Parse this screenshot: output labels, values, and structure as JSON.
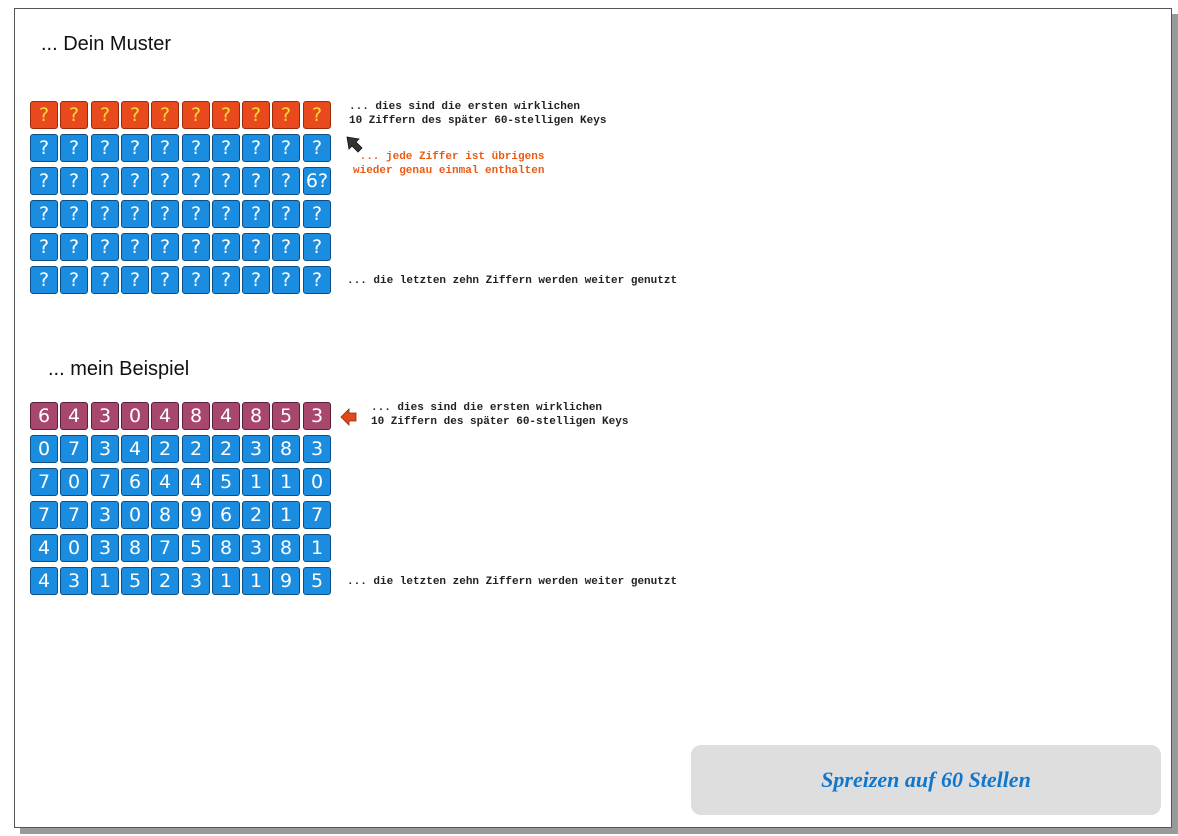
{
  "pattern_section": {
    "heading": "... Dein Muster",
    "rows": [
      [
        "?",
        "?",
        "?",
        "?",
        "?",
        "?",
        "?",
        "?",
        "?",
        "?"
      ],
      [
        "?",
        "?",
        "?",
        "?",
        "?",
        "?",
        "?",
        "?",
        "?",
        "?"
      ],
      [
        "?",
        "?",
        "?",
        "?",
        "?",
        "?",
        "?",
        "?",
        "?",
        "6?"
      ],
      [
        "?",
        "?",
        "?",
        "?",
        "?",
        "?",
        "?",
        "?",
        "?",
        "?"
      ],
      [
        "?",
        "?",
        "?",
        "?",
        "?",
        "?",
        "?",
        "?",
        "?",
        "?"
      ],
      [
        "?",
        "?",
        "?",
        "?",
        "?",
        "?",
        "?",
        "?",
        "?",
        "?"
      ]
    ],
    "note_first_line1": "... dies sind die ersten wirklichen",
    "note_first_line2": "10 Ziffern des später 60-stelligen Keys",
    "note_orange_line1": " ... jede Ziffer ist übrigens",
    "note_orange_line2": "wieder genau einmal enthalten",
    "note_last": "... die letzten zehn Ziffern werden weiter genutzt"
  },
  "example_section": {
    "heading": "... mein Beispiel",
    "rows": [
      [
        "6",
        "4",
        "3",
        "0",
        "4",
        "8",
        "4",
        "8",
        "5",
        "3"
      ],
      [
        "0",
        "7",
        "3",
        "4",
        "2",
        "2",
        "2",
        "3",
        "8",
        "3"
      ],
      [
        "7",
        "0",
        "7",
        "6",
        "4",
        "4",
        "5",
        "1",
        "1",
        "0"
      ],
      [
        "7",
        "7",
        "3",
        "0",
        "8",
        "9",
        "6",
        "2",
        "1",
        "7"
      ],
      [
        "4",
        "0",
        "3",
        "8",
        "7",
        "5",
        "8",
        "3",
        "8",
        "1"
      ],
      [
        "4",
        "3",
        "1",
        "5",
        "2",
        "3",
        "1",
        "1",
        "9",
        "5"
      ]
    ],
    "note_first_line1": "... dies sind die ersten wirklichen",
    "note_first_line2": "10 Ziffern des später 60-stelligen Keys",
    "note_last": "... die letzten zehn Ziffern werden weiter genutzt"
  },
  "footer_title": "Spreizen auf 60 Stellen",
  "colors": {
    "orange_cell": "#e8491d",
    "blue_cell": "#1a8de0",
    "purple_cell": "#a8476e",
    "question_yellow": "#f5dd34",
    "note_orange": "#ec5a12",
    "footer_text": "#1177cc"
  },
  "icons": {
    "pattern_arrow": "arrow-up-left-icon",
    "example_arrow": "arrow-left-icon"
  }
}
